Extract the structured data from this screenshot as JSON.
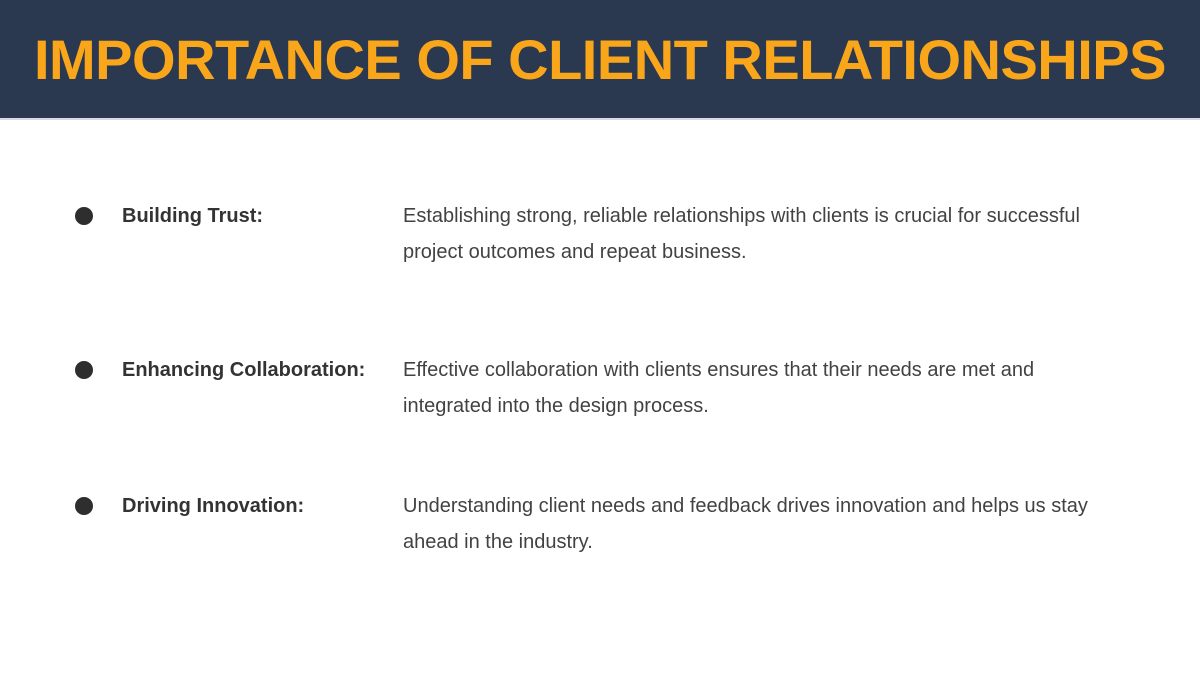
{
  "header": {
    "title": "IMPORTANCE OF CLIENT RELATIONSHIPS",
    "background_color": "#2B3950",
    "title_color": "#F9A61B"
  },
  "bullets": [
    {
      "label": "Building Trust:",
      "description": "Establishing strong, reliable relationships with clients is crucial for successful project outcomes and repeat business."
    },
    {
      "label": "Enhancing Collaboration:",
      "description": "Effective collaboration with clients ensures that their needs are met and integrated into the design process."
    },
    {
      "label": "Driving Innovation:",
      "description": "Understanding client needs and feedback drives innovation and helps us stay ahead in the industry."
    }
  ],
  "colors": {
    "bullet_dot": "#2E2E2E",
    "body_text": "#424242",
    "label_text": "#333333"
  }
}
